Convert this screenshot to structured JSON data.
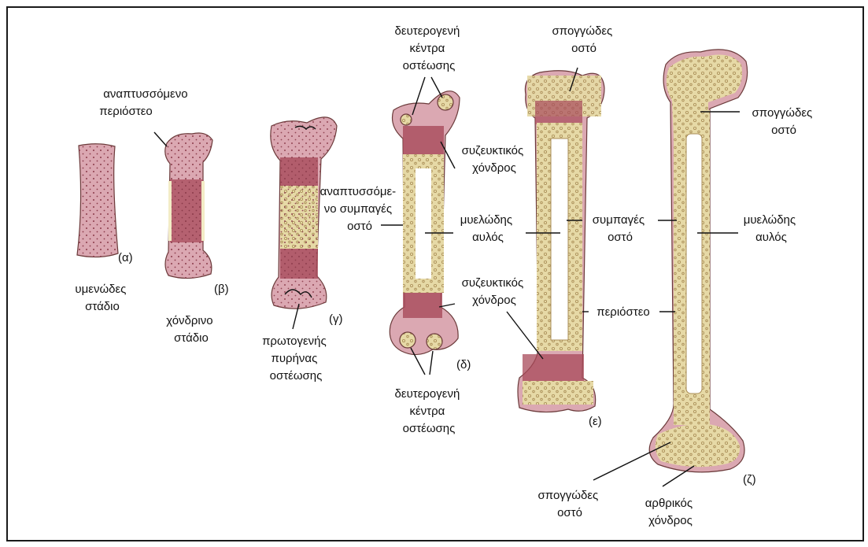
{
  "colors": {
    "cartilage": "#dba8b2",
    "cartilage_dark": "#a84a5a",
    "spongy_bone": "#e6d9a6",
    "compact_bone": "#f3ecc6",
    "marrow": "#ffffff",
    "outline": "#6b3a3a",
    "line": "#111111"
  },
  "stages": {
    "a": "(α)",
    "b": "(β)",
    "c": "(γ)",
    "d": "(δ)",
    "e": "(ε)",
    "f": "(ζ)"
  },
  "labels": {
    "membranous_stage": [
      "υμενώδες",
      "στάδιο"
    ],
    "cartilage_stage": [
      "χόνδρινο",
      "στάδιο"
    ],
    "developing_periosteum": [
      "αναπτυσσόμενο",
      "περιόστεο"
    ],
    "primary_ossification": [
      "πρωτογενής",
      "πυρήνας",
      "οστέωσης"
    ],
    "secondary_centers_top": [
      "δευτερογενή",
      "κέντρα",
      "οστέωσης"
    ],
    "secondary_centers_bottom": [
      "δευτερογενή",
      "κέντρα",
      "οστέωσης"
    ],
    "epiphyseal_cartilage_top": [
      "συζευκτικός",
      "χόνδρος"
    ],
    "epiphyseal_cartilage_bottom": [
      "συζευκτικός",
      "χόνδρος"
    ],
    "developing_compact": [
      "αναπτυσσόμε-",
      "νο συμπαγές",
      "οστό"
    ],
    "marrow_cavity_d": [
      "μυελώδης",
      "αυλός"
    ],
    "spongy_top_e": [
      "σπογγώδες",
      "οστό"
    ],
    "compact_e": [
      "συμπαγές",
      "οστό"
    ],
    "periosteum_e": [
      "περιόστεο"
    ],
    "spongy_top_f": [
      "σπογγώδες",
      "οστό"
    ],
    "marrow_cavity_f": [
      "μυελώδης",
      "αυλός"
    ],
    "spongy_bottom_f": [
      "σπογγώδες",
      "οστό"
    ],
    "articular_cartilage": [
      "αρθρικός",
      "χόνδρος"
    ]
  }
}
